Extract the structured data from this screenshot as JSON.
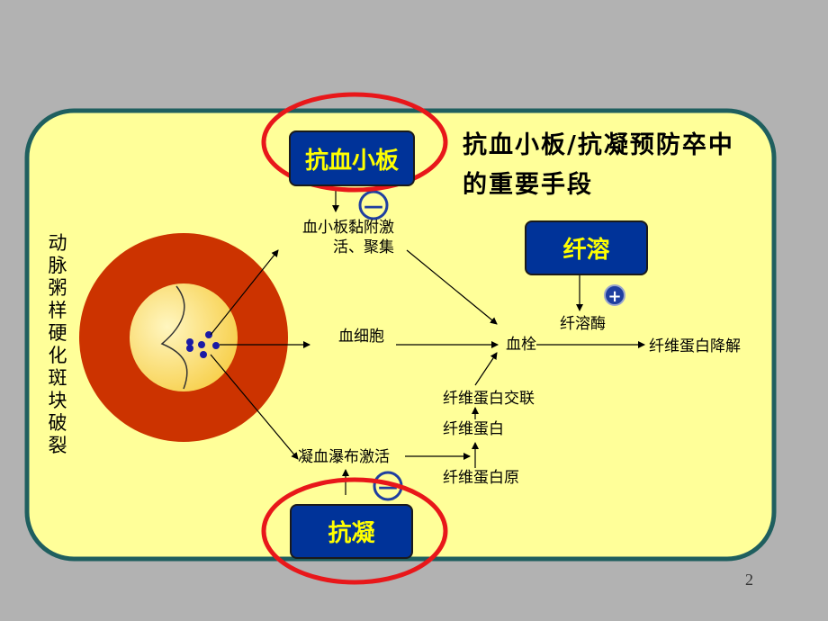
{
  "heading": "抗血小板/抗凝预防卒中的重要手段",
  "side_label": "动脉粥样硬化斑块破裂",
  "boxes": {
    "antiplatelet": "抗血小板",
    "fibrinolysis": "纤溶",
    "anticoagulation": "抗凝"
  },
  "nodes": {
    "platelet_adhesion": "血小板黏附激\n活、聚集",
    "blood_cells": "血细胞",
    "thrombus": "血栓",
    "coag_cascade": "凝血瀑布激活",
    "plasmin": "纤溶酶",
    "fibrin_degradation": "纤维蛋白降解",
    "fibrin_crosslink": "纤维蛋白交联",
    "fibrin": "纤维蛋白",
    "fibrinogen": "纤维蛋白原"
  },
  "signs": {
    "inhibit": "—",
    "promote": "+"
  },
  "page_number": "2",
  "colors": {
    "background": "#b2b2b2",
    "panel": "#ffff99",
    "panel_border": "#1f5f5f",
    "box_fill": "#003399",
    "box_text": "#ffff00",
    "highlight_ring": "#e8171a",
    "artery_wall": "#cc3300",
    "lumen": "#ffd966",
    "particle": "#1a1aa6"
  }
}
